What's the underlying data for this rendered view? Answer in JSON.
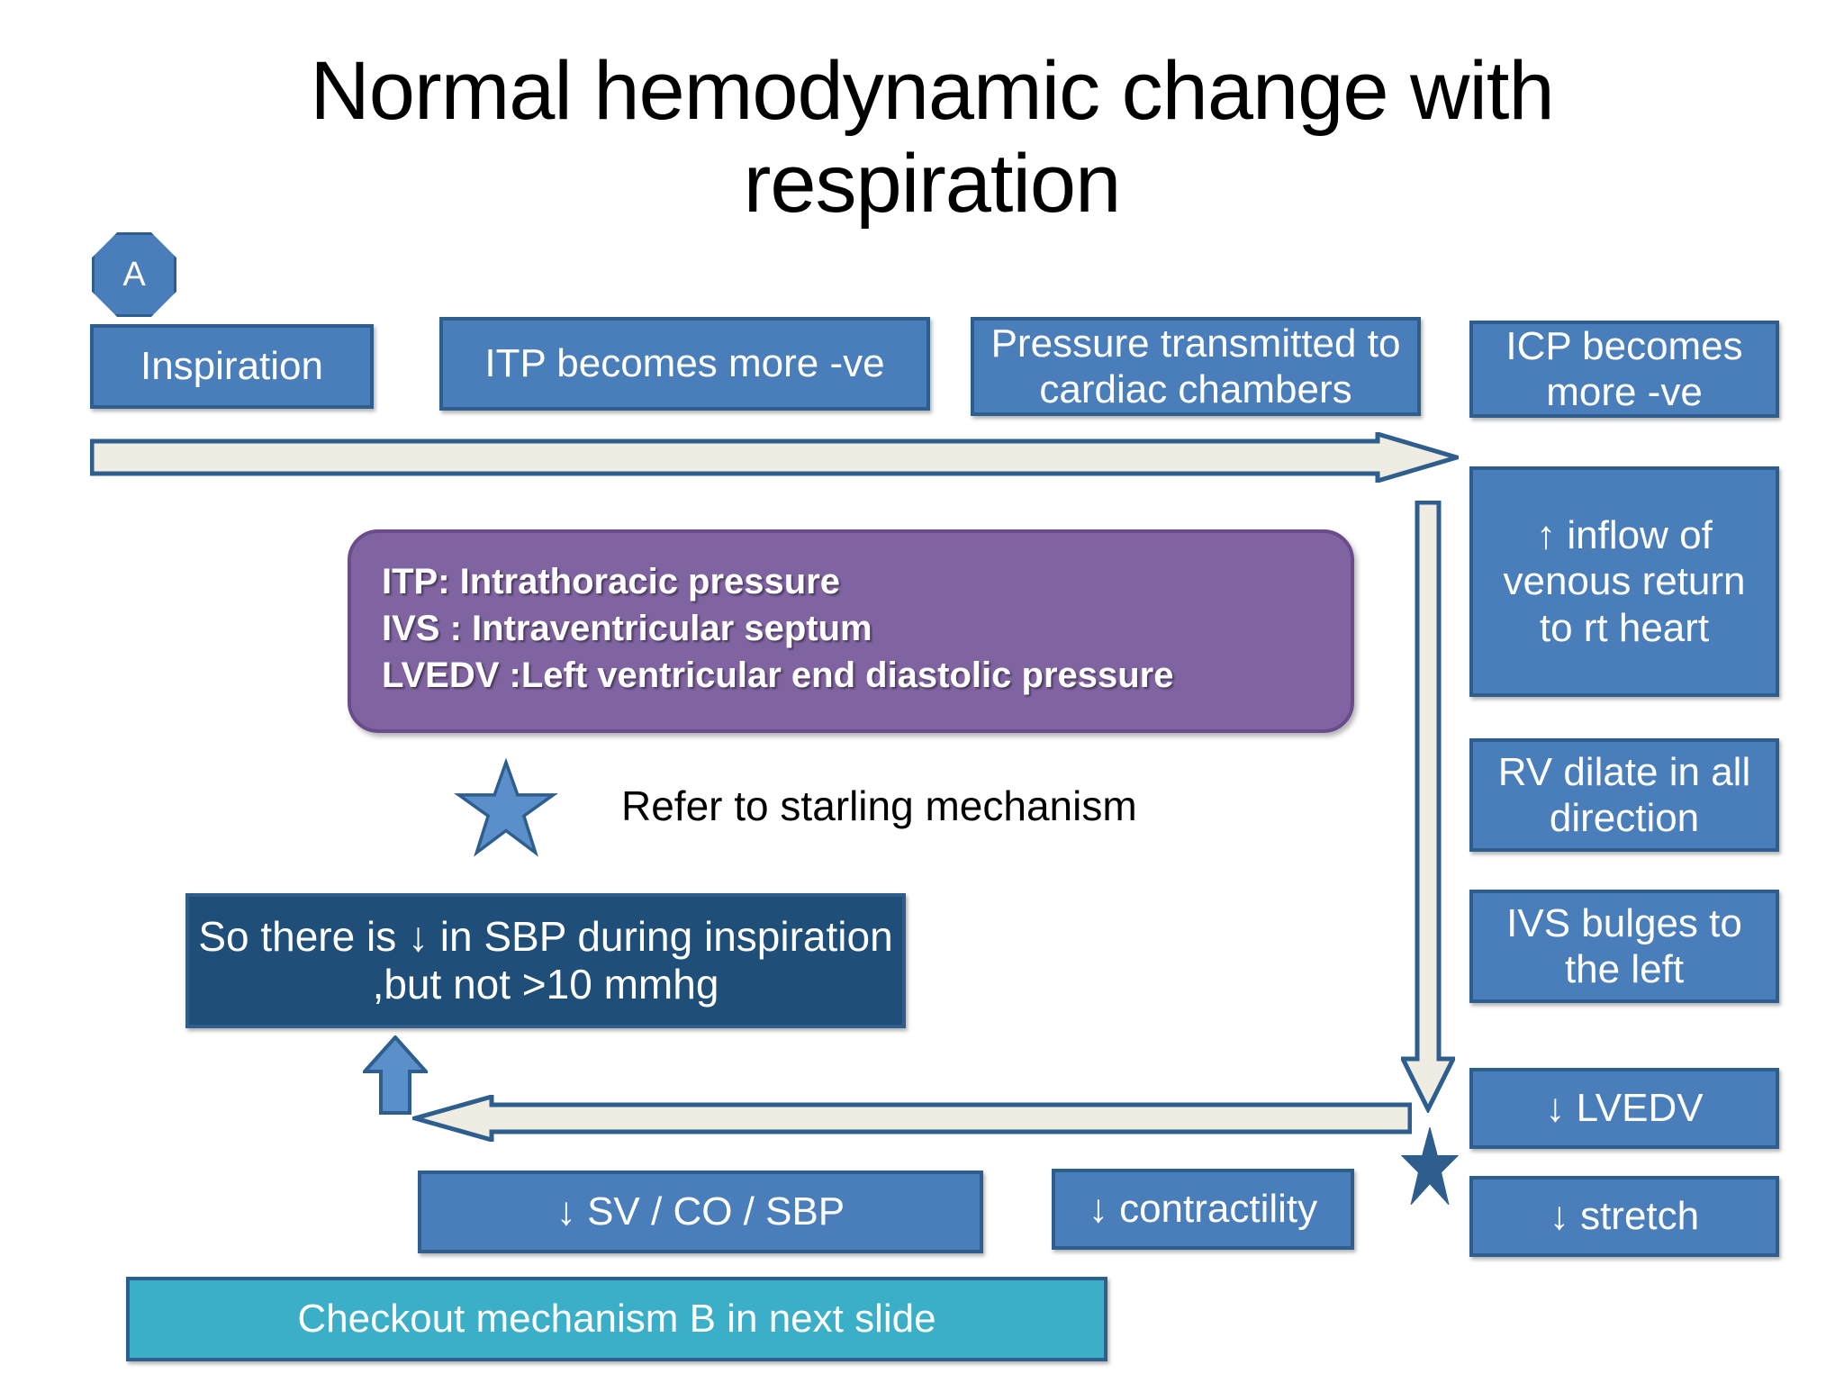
{
  "slide": {
    "title": "Normal hemodynamic change with respiration",
    "badge_label": "A"
  },
  "flow_row1": [
    {
      "id": "inspiration",
      "label": "Inspiration"
    },
    {
      "id": "itp-more-ve",
      "label": "ITP becomes more -ve"
    },
    {
      "id": "pressure-transmitted",
      "label": "Pressure transmitted to cardiac chambers"
    },
    {
      "id": "icp-more-ve",
      "label": "ICP becomes more -ve"
    }
  ],
  "right_column": [
    {
      "id": "venous-return",
      "label": "↑ inflow of venous return to rt heart"
    },
    {
      "id": "rv-dilate",
      "label": "RV dilate in all direction"
    },
    {
      "id": "ivs-bulges",
      "label": "IVS bulges to the left"
    },
    {
      "id": "lvedv-down",
      "label": "↓ LVEDV"
    },
    {
      "id": "stretch-down",
      "label": "↓ stretch"
    }
  ],
  "legend": {
    "line1": "ITP: Intrathoracic pressure",
    "line2": "IVS : Intraventricular septum",
    "line3": "LVEDV :Left ventricular end diastolic pressure"
  },
  "annotations": {
    "refer_text": "Refer to starling mechanism"
  },
  "outcome": {
    "sbp_drop": "So there is ↓ in SBP during inspiration ,but not >10 mmhg",
    "contractility": "↓ contractility",
    "sv_co_sbp": "↓ SV / CO / SBP"
  },
  "footer": {
    "next_slide": "Checkout mechanism B in next slide"
  },
  "colors": {
    "box_fill": "#4A7EBB",
    "box_border": "#2E5E8E",
    "navy_fill": "#1F4E79",
    "teal_fill": "#3BAEC8",
    "legend_fill": "#8064A2",
    "arrow_fill": "#EFECE1"
  }
}
